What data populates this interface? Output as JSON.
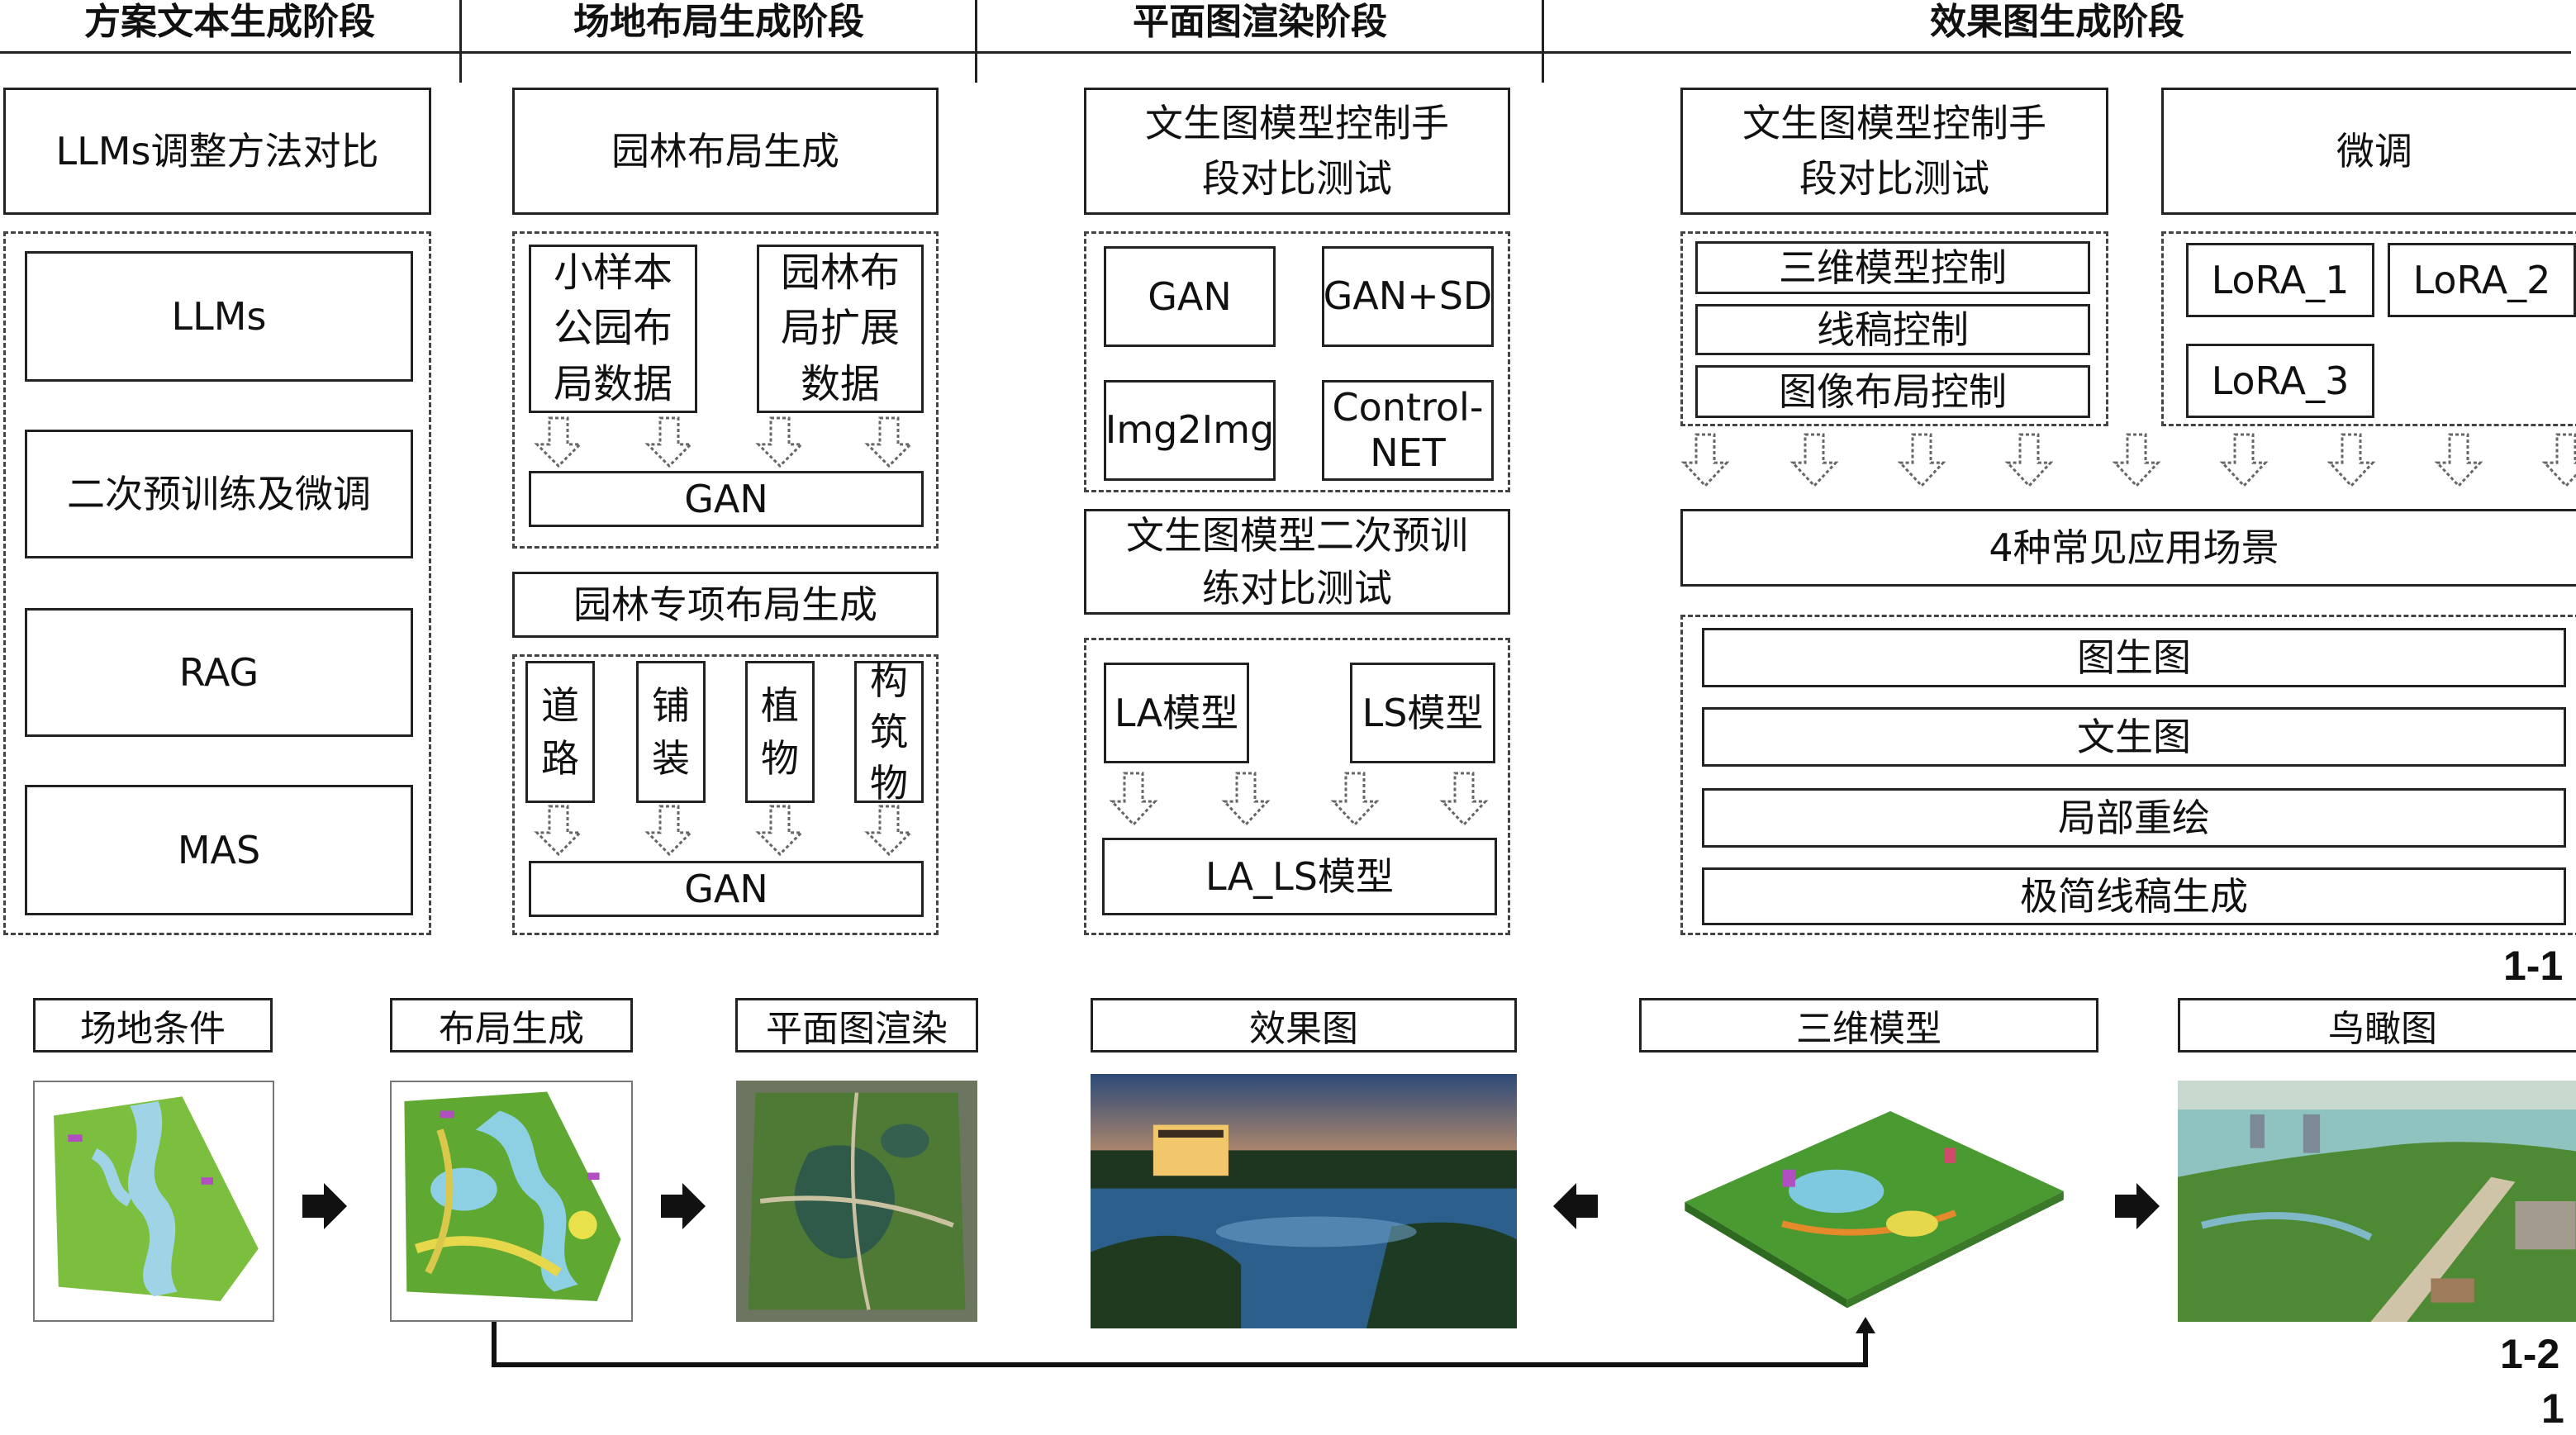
{
  "headers": [
    "方案文本生成阶段",
    "场地布局生成阶段",
    "平面图渲染阶段",
    "效果图生成阶段"
  ],
  "col1": {
    "title": "LLMs调整方法对比",
    "items": [
      "LLMs",
      "二次预训练及微调",
      "RAG",
      "MAS"
    ]
  },
  "col2": {
    "title1": "园林布局生成",
    "data1": "小样本公园布局数据",
    "data2": "园林布局扩展数据",
    "gan1": "GAN",
    "title2": "园林专项布局生成",
    "special": [
      "道路",
      "铺装",
      "植物",
      "构筑物"
    ],
    "gan2": "GAN"
  },
  "col3": {
    "title1": "文生图模型控制手段对比测试",
    "models": [
      "GAN",
      "GAN+SD",
      "Img2Img",
      "Control-NET"
    ],
    "title2": "文生图模型二次预训练对比测试",
    "la": "LA模型",
    "ls": "LS模型",
    "lals": "LA_LS模型"
  },
  "col4": {
    "title1": "文生图模型控制手段对比测试",
    "title2": "微调",
    "controls": [
      "三维模型控制",
      "线稿控制",
      "图像布局控制"
    ],
    "loras": [
      "LoRA_1",
      "LoRA_2",
      "LoRA_3"
    ],
    "scenes_title": "4种常见应用场景",
    "scenes": [
      "图生图",
      "文生图",
      "局部重绘",
      "极简线稿生成"
    ]
  },
  "label_1_1": "1-1",
  "bottom": {
    "labels": [
      "场地条件",
      "布局生成",
      "平面图渲染",
      "效果图",
      "三维模型",
      "鸟瞰图"
    ]
  },
  "label_1_2": "1-2",
  "label_1": "1"
}
